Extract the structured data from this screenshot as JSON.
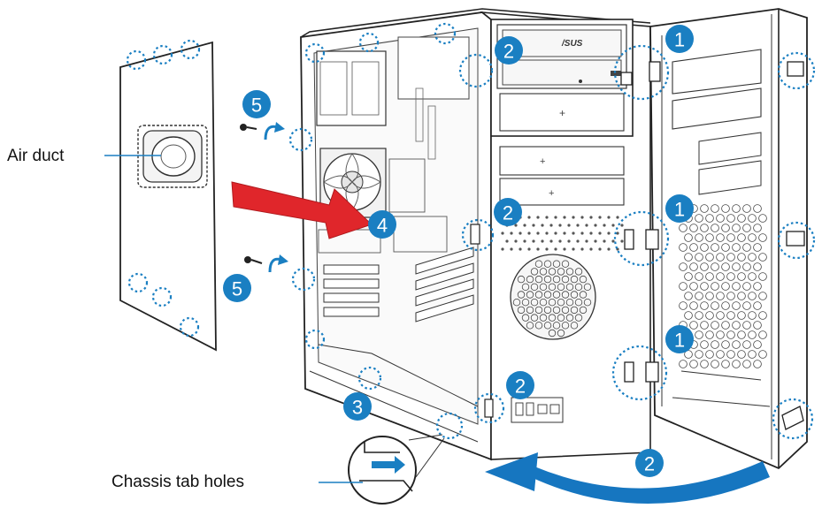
{
  "labels": {
    "air_duct": "Air duct",
    "chassis_tab_holes": "Chassis tab holes"
  },
  "drive_bay_logo": "/SUS",
  "colors": {
    "step_badge": "#1a7fc2",
    "tab_highlight": "#1a7fc2",
    "insert_arrow": "#e0262b",
    "rotate_arrow": "#1676c0",
    "line_art": "#222222"
  },
  "steps": [
    {
      "id": "step-1-top",
      "number": "1"
    },
    {
      "id": "step-1-mid",
      "number": "1"
    },
    {
      "id": "step-1-bottom",
      "number": "1"
    },
    {
      "id": "step-2-drive-bay",
      "number": "2"
    },
    {
      "id": "step-2-chassis-mid",
      "number": "2"
    },
    {
      "id": "step-2-chassis-bottom",
      "number": "2"
    },
    {
      "id": "step-2-rotate",
      "number": "2"
    },
    {
      "id": "step-3",
      "number": "3"
    },
    {
      "id": "step-4",
      "number": "4"
    },
    {
      "id": "step-5-top",
      "number": "5"
    },
    {
      "id": "step-5-bottom",
      "number": "5"
    }
  ],
  "icons": {
    "insert_arrow": "red-insert-arrow-icon",
    "rotate_arrow": "blue-curved-rotate-arrow-icon",
    "screw": "screw-icon",
    "rotation": "rotation-direction-icon",
    "magnifier": "chassis-tab-magnifier-icon"
  }
}
